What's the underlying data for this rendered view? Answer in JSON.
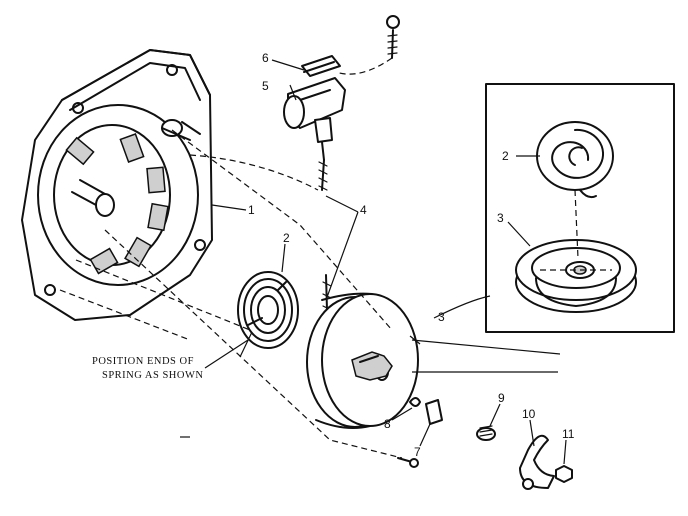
{
  "callouts": {
    "housing": "1",
    "spring_main": "2",
    "spring_inset": "2",
    "pulley_inset": "3",
    "pulley_main": "3",
    "rope": "4",
    "handle": "5",
    "handle_insert": "6",
    "pawl": "7",
    "pawl_spring": "8",
    "retainer_screw": "9",
    "retainer_plate": "10",
    "nut": "11"
  },
  "note": {
    "line1": "POSITION ENDS OF",
    "line2": "SPRING AS SHOWN"
  }
}
